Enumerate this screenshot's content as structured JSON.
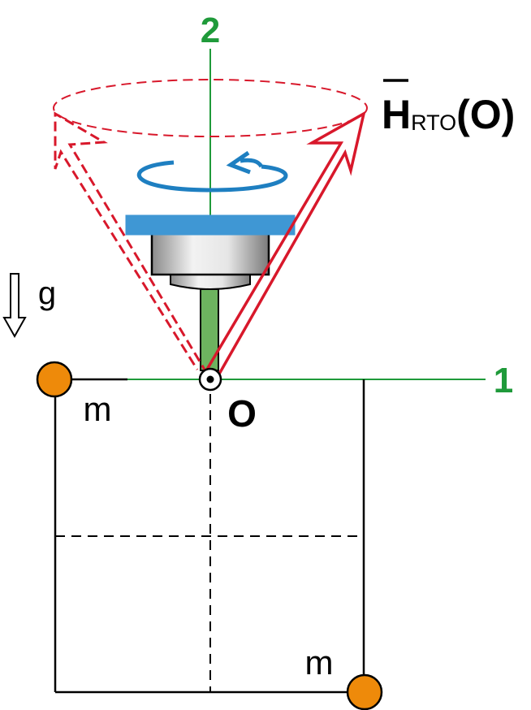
{
  "axes": {
    "horizontal_label": "1",
    "vertical_label": "2"
  },
  "origin_label": "O",
  "masses": [
    {
      "label": "m"
    },
    {
      "label": "m"
    }
  ],
  "gravity_label": "g",
  "angular_momentum": {
    "symbol": "H",
    "subscript": "RTO",
    "argument": "(O)"
  },
  "colors": {
    "axis": "#1f9a3a",
    "vector": "#d8182b",
    "spin_arrow": "#1e7fc1",
    "rotor_top": "#3f97d4",
    "shaft": "#6db35f",
    "mass": "#ee8a0a",
    "frame": "#000000"
  }
}
